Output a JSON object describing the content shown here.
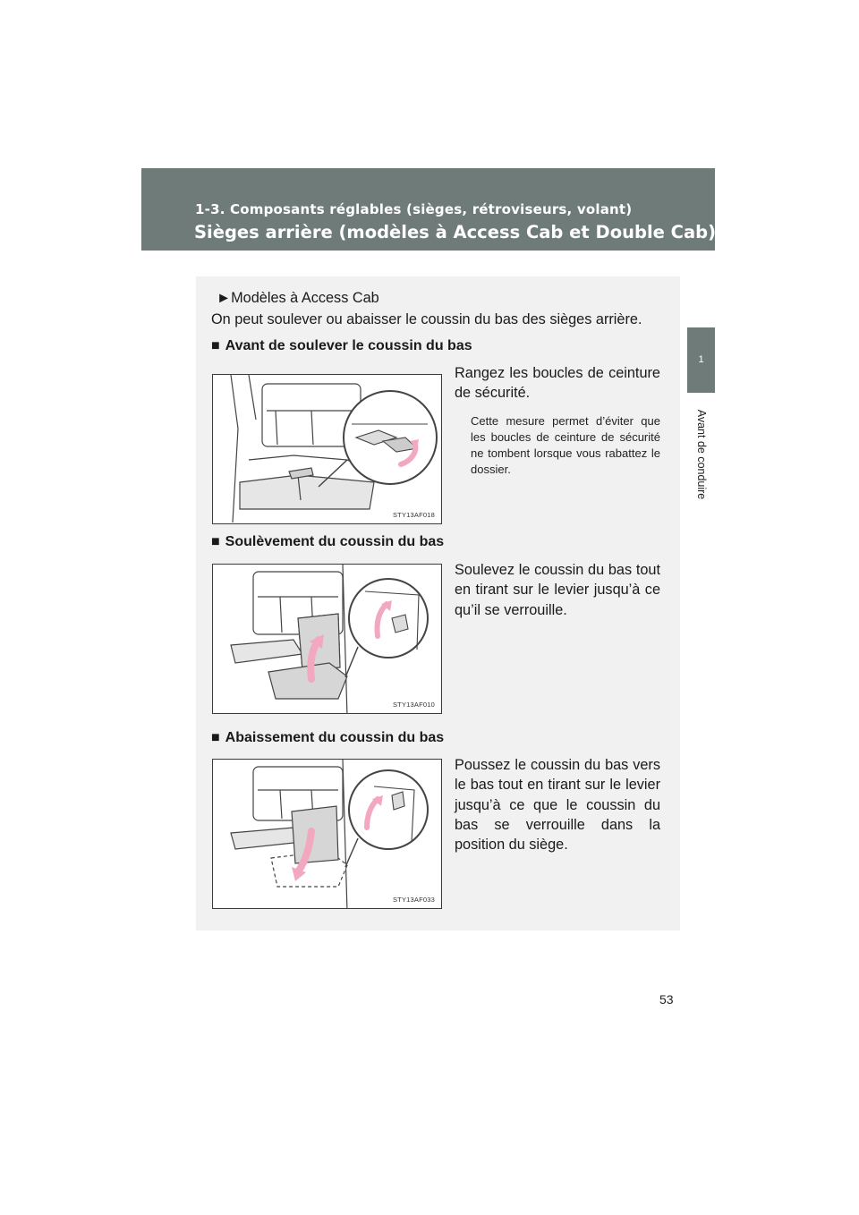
{
  "header": {
    "section": "1-3. Composants réglables (sièges, rétroviseurs, volant)",
    "title": "Sièges arrière (modèles à Access Cab et Double Cab)"
  },
  "sidebar": {
    "chapter_number": "1",
    "chapter_label": "Avant de conduire"
  },
  "content": {
    "variant_label": "►Modèles à Access Cab",
    "intro": "On peut soulever ou abaisser le coussin du bas des sièges arrière.",
    "sections": [
      {
        "heading": "Avant de soulever le coussin du bas",
        "body": "Rangez les boucles de ceinture de sécurité.",
        "note": "Cette mesure permet d’éviter que les boucles de ceinture de sécurité ne tombent lorsque vous rabattez le dossier.",
        "figure_code": "STY13AF018"
      },
      {
        "heading": "Soulèvement du coussin du bas",
        "body": "Soulevez le coussin du bas tout en tirant sur le levier jusqu’à ce qu’il se verrouille.",
        "figure_code": "STY13AF010"
      },
      {
        "heading": "Abaissement du coussin du bas",
        "body": "Poussez le coussin du bas vers le bas tout en tirant sur le levier jusqu’à ce que le coussin du bas se verrouille dans la position du siège.",
        "figure_code": "STY13AF033"
      }
    ],
    "bullet_glyph": "■"
  },
  "page_number": "53",
  "colors": {
    "header_bg": "#6f7b78",
    "box_bg": "#f0f1f0",
    "arrow": "#f2a8bf"
  }
}
